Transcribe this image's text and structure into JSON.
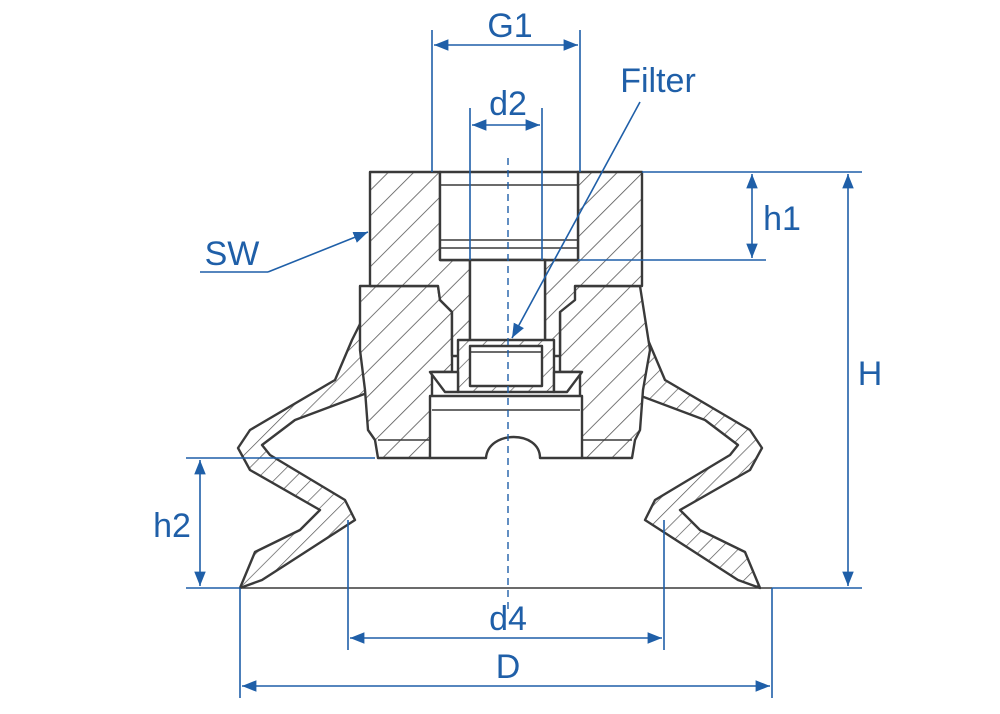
{
  "labels": {
    "g1": "G1",
    "d2": "d2",
    "filter": "Filter",
    "sw": "SW",
    "h1": "h1",
    "h": "H",
    "h2": "h2",
    "d4": "d4",
    "d": "D"
  },
  "colors": {
    "dimension": "#1f5fa8",
    "outline": "#3a3a3a",
    "hatch": "#555555",
    "background": "#ffffff"
  }
}
